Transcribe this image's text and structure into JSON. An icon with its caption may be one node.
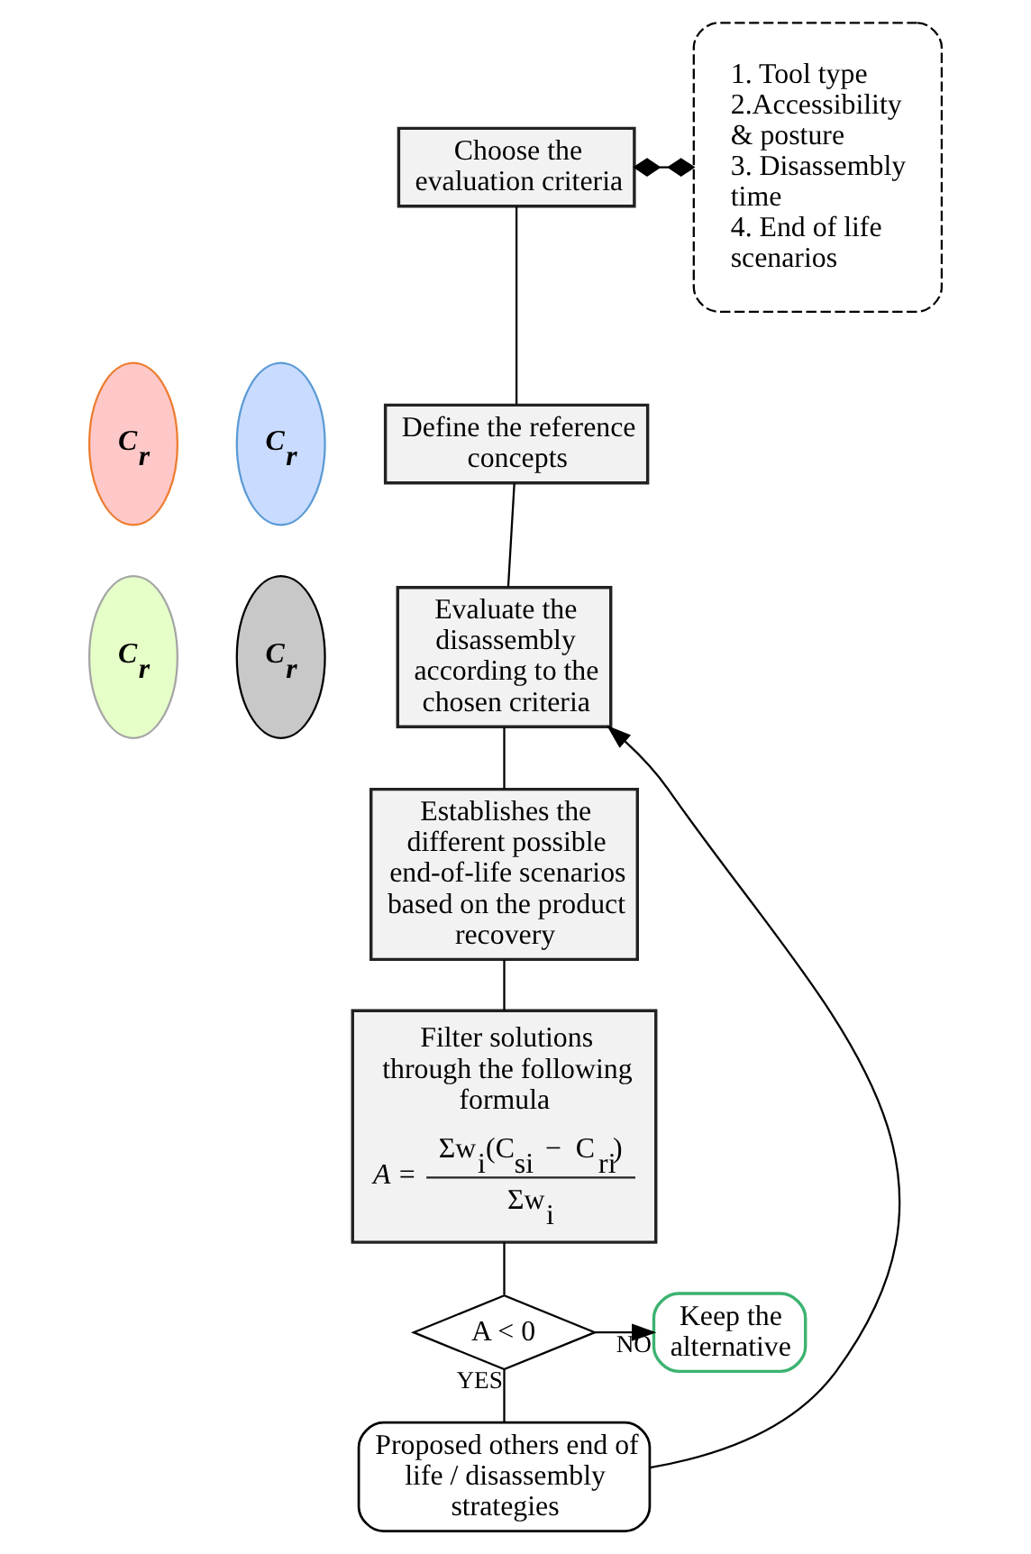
{
  "diagram": {
    "nodes": [
      {
        "text": [
          "Choose the evaluation criteria"
        ]
      },
      {
        "text": [
          "1. Tool type",
          "2.Accessibility & posture",
          "3. Disassembly time",
          "4. End of life scenarios"
        ]
      },
      {
        "text": [
          "Define the reference concepts"
        ]
      },
      {
        "text": [
          "C$_{r}$"
        ]
      },
      {
        "text": [
          "C$_{r}$"
        ]
      },
      {
        "text": [
          "C$_{r}$"
        ]
      },
      {
        "text": [
          "C$_{r}$"
        ]
      },
      {
        "text": [
          "Evaluate the disassembly according to the chosen criteria"
        ]
      },
      {
        "text": [
          "Establishes the different possible end-of-life scenarios based on the product recovery"
        ]
      },
      {
        "text": [
          "Filter solutions through the following formula",
          "A =",
          "Σw$_{i}$(C$_{si}$ − C$_{ri}$)",
          "Σw$_{i}$"
        ]
      },
      {
        "text": [
          "A < 0"
        ]
      },
      {
        "text": [
          "Keep the alternative"
        ]
      },
      {
        "text": [
          "Proposed others end of life / disassembly strategies"
        ]
      }
    ],
    "edges": [
      {
        "from": 0,
        "to": 1,
        "arrow": "other"
      },
      {
        "from": 0,
        "to": 2,
        "arrow": "none"
      },
      {
        "from": 2,
        "to": 7,
        "arrow": "none"
      },
      {
        "from": 7,
        "to": 8,
        "arrow": "none"
      },
      {
        "from": 8,
        "to": 9,
        "arrow": "none"
      },
      {
        "from": 9,
        "to": 10,
        "arrow": "none"
      },
      {
        "from": 10,
        "to": 11,
        "arrow": "to",
        "label": "NO"
      },
      {
        "from": 10,
        "to": 12,
        "arrow": "none",
        "label": "YES"
      },
      {
        "from": 12,
        "to": 7,
        "arrow": "to"
      }
    ]
  }
}
